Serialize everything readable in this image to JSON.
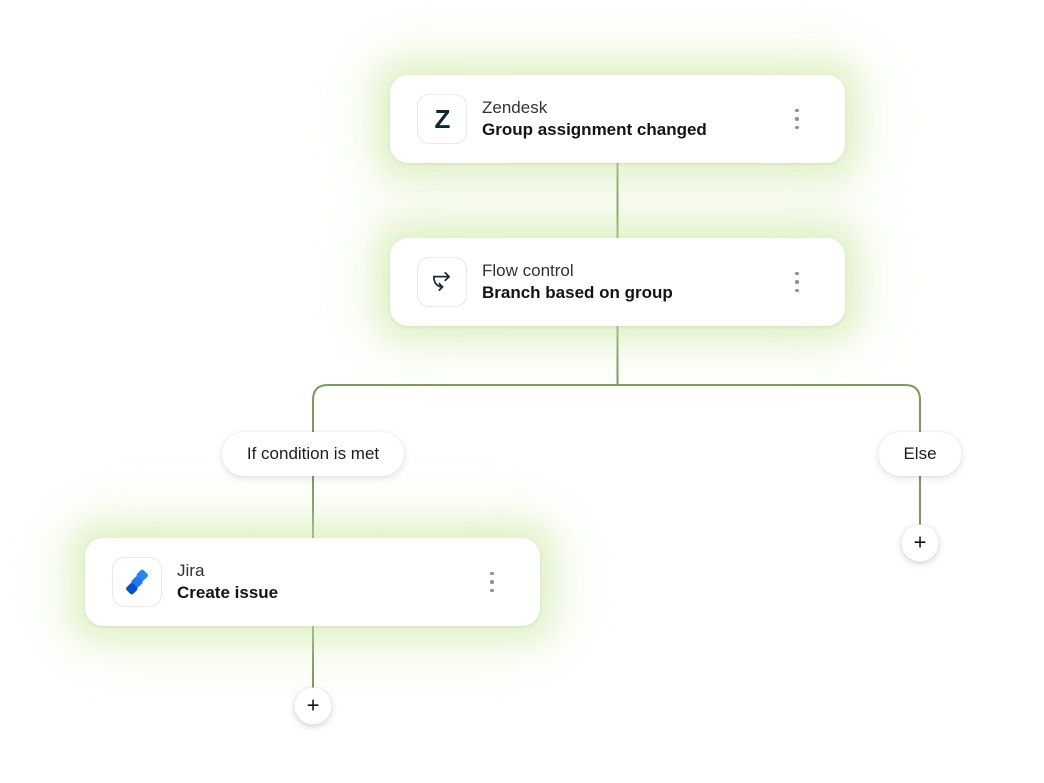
{
  "app": {
    "name": "workflow-builder-canvas"
  },
  "theme": {
    "background": "#ffffff",
    "connector_color": "#7c9a5e",
    "glow_color": "#dcefc4",
    "card_background": "#ffffff",
    "text_primary": "#121417",
    "text_secondary": "#2f3337",
    "zendesk_brand": "#0b2a33",
    "jira_blue": "#2684ff",
    "jira_blue_dark": "#0052cc"
  },
  "icons": {
    "zendesk_glyph": "Z"
  },
  "nodes": {
    "trigger": {
      "app": "Zendesk",
      "action": "Group assignment changed"
    },
    "flow": {
      "app": "Flow control",
      "action": "Branch based on group"
    },
    "left_action": {
      "app": "Jira",
      "action": "Create issue"
    }
  },
  "branches": {
    "left_label": "If condition is met",
    "right_label": "Else"
  },
  "add_step": {
    "label": "+"
  }
}
